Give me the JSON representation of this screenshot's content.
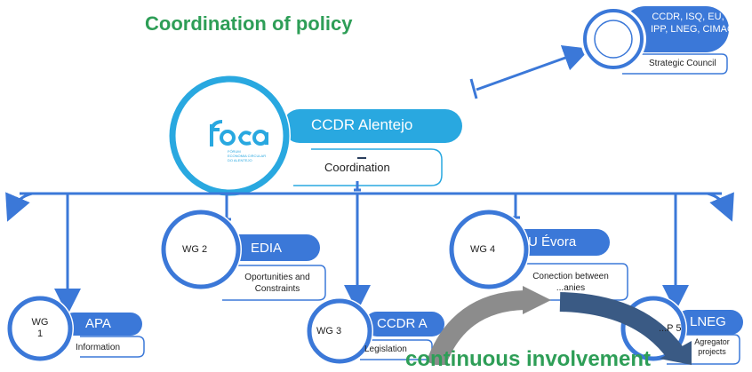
{
  "title": "Coordination of policy",
  "colors": {
    "blue": "#3b78d8",
    "light_blue": "#29a8e0",
    "green": "#2e9e57",
    "grey": "#8c8c8c",
    "dark": "#2a3e5c"
  },
  "logo": {
    "text": "feca",
    "caption_lines": [
      "FÓRUM",
      "ECONOMIA CIRCULAR",
      "DO ALENTEJO"
    ]
  },
  "strategic_council": {
    "members_line1": "CCDR, ISQ, EU,",
    "members_line2": "IPP, LNEG, CIMAC",
    "label": "Strategic Council"
  },
  "main_node": {
    "name": "CCDR Alentejo",
    "role": "Coordination"
  },
  "working_groups": [
    {
      "id": "WG 1",
      "id_line1": "WG",
      "id_line2": "1",
      "name": "APA",
      "role": "Information"
    },
    {
      "id": "WG 2",
      "name": "EDIA",
      "role_line1": "Oportunities and",
      "role_line2": "Constraints"
    },
    {
      "id": "WG 3",
      "name": "CCDR A",
      "role": "Legislation"
    },
    {
      "id": "WG 4",
      "name": "U Évora",
      "role_line1": "Conection between",
      "role_line2": "...anies"
    },
    {
      "id": "...P 5",
      "name": "LNEG",
      "role_line1": "Agregator",
      "role_line2": "projects"
    }
  ],
  "footer_text": "continuous involvement"
}
